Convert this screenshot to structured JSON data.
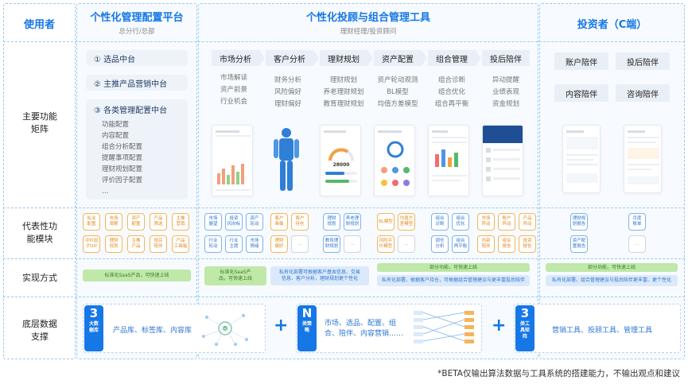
{
  "columns": {
    "users": {
      "title": "使用者"
    },
    "platform": {
      "title": "个性化管理配置平台",
      "subtitle": "总分行/总部"
    },
    "tools": {
      "title": "个性化投顾与组合管理工具",
      "subtitle": "理财经理/投资顾问"
    },
    "investor": {
      "title": "投资者（C端）"
    }
  },
  "rows": {
    "matrix": "主要功能矩阵",
    "modules": "代表性功能模块",
    "method": "实现方式",
    "data": "底层数据支撑"
  },
  "platform": {
    "items": [
      "① 选品中台",
      "② 主推产品营销中台",
      "③ 各类管理配置中台"
    ],
    "subitems": [
      "功能配置",
      "内容配置",
      "组合分析配置",
      "提醒事项配置",
      "理财规划配置",
      "评价因子配置",
      "…"
    ]
  },
  "tools": {
    "headers": [
      "市场分析",
      "客户分析",
      "理财规划",
      "资产配置",
      "组合管理",
      "投后陪伴"
    ],
    "items": [
      [
        "市场解读",
        "资产前景",
        "行业机会"
      ],
      [
        "财务分析",
        "风险偏好",
        "理财偏好"
      ],
      [
        "理财规划",
        "养老理财规划",
        "教育理财规划"
      ],
      [
        "资产轮动观测",
        "BL模型",
        "均值方差模型"
      ],
      [
        "组合诊断",
        "组合优化",
        "组合再平衡"
      ],
      [
        "异动提醒",
        "业绩表现",
        "资金规划"
      ]
    ],
    "phone_texts": {
      "plan_value": "28000"
    }
  },
  "investor": {
    "buttons": [
      "账户陪伴",
      "投后陪伴",
      "内容陪伴",
      "咨询陪伴"
    ]
  },
  "modules": {
    "platform": [
      [
        "私业\n配置",
        "市场\n观察",
        "资产\n配置",
        "产品\n筛选",
        "主推\n营销"
      ],
      [
        "评价因\n子DIY",
        "理财\n规划",
        "主推\n产品",
        "投后\n陪伴",
        "产品\n工具箱"
      ]
    ],
    "tools": [
      {
        "top": [
          "市场\n展望",
          "投资\n风向标",
          "资产\n轮动"
        ],
        "bottom": [
          "行业\n轮动",
          "行业\n主题",
          "市场\n情绪"
        ]
      },
      {
        "top": [
          "客户\n画像",
          "客户\n持仓"
        ],
        "bottom": [
          "理财\n偏好",
          "…"
        ]
      },
      {
        "top": [
          "理财\n规划",
          "养老理\n财规划"
        ],
        "bottom": [
          "教育理\n财规划",
          "…"
        ]
      },
      {
        "top": [
          "BL模型",
          "均值方\n差模型"
        ],
        "bottom": [
          "风险平\n价模型",
          "…"
        ]
      },
      {
        "top": [
          "组合\n诊断",
          "组合\n优化"
        ],
        "bottom": [
          "调仓\n分析",
          "组合\n再平衡"
        ]
      },
      {
        "top": [
          "市场\n异动",
          "账户\n异动",
          "产品\n异动"
        ],
        "bottom": [
          "内容\n陪伴",
          "组合\n报告",
          "投资\n报告"
        ]
      }
    ],
    "investor": [
      {
        "top": [
          "理财规\n划报告"
        ],
        "bottom": [
          "资产配\n置报告"
        ]
      },
      {
        "top": [
          "月度\n账单"
        ],
        "bottom": [
          "…"
        ]
      }
    ]
  },
  "method": {
    "platform": "标准化SaaS产品，可快速上线",
    "tools_saas": "标准化SaaS产\n品，可快速上线",
    "tools_private": "私有化部署可根据客户基本信息、交易\n信息、客户分析，理财规划更个性化",
    "tools_part": "部分功能，可快速上线",
    "tools_deploy": "私有化部署，根据客户持仓，可根据组合管理建议与更丰富投后陪伴",
    "investor_part": "部分功能，可快速上线",
    "investor_deploy": "私有化部署，组合管理建议与投后陪伴更丰富、更个性化"
  },
  "data": {
    "block1": {
      "num": "3",
      "label": "大数据库",
      "text": "产品库、标签库、内容库"
    },
    "block2": {
      "num": "N",
      "label": "类策略",
      "text": "市场、选品、配置、组\n合、陪伴、内容营销……"
    },
    "block3": {
      "num": "3",
      "label": "类工具矩阵",
      "text": "营销工具、投顾工具、管理工具"
    }
  },
  "footnote": "*BETA仅输出算法数据与工具系统的搭建能力，不输出观点和建议",
  "colors": {
    "accent": "#1677e6",
    "dash": "#9cc7ef",
    "orange": "#f5b45b",
    "green": "#bfe8a9"
  }
}
